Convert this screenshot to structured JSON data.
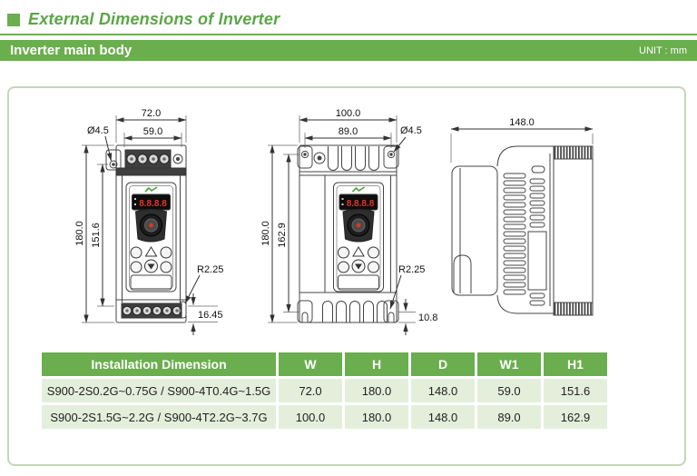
{
  "page": {
    "title": "External Dimensions of Inverter",
    "section_title": "Inverter main body",
    "unit_label": "UNIT : mm"
  },
  "colors": {
    "accent_green": "#6aae4e",
    "pale_row_green": "#e4efdb",
    "drawing_line": "#3f3f3f",
    "display_red": "#e0372b"
  },
  "drawings": {
    "front_small": {
      "overall_width": "72.0",
      "mount_width": "59.0",
      "overall_height": "180.0",
      "mount_height": "151.6",
      "hole_dia": "Ø4.5",
      "corner_radius": "R2.25",
      "bottom_offset": "16.45",
      "display_value": "8.8.8.8"
    },
    "front_large": {
      "overall_width": "100.0",
      "mount_width": "89.0",
      "overall_height": "180.0",
      "mount_height": "162.9",
      "hole_dia": "Ø4.5",
      "corner_radius": "R2.25",
      "bottom_offset": "10.8",
      "display_value": "8.8.8.8"
    },
    "side": {
      "depth": "148.0"
    }
  },
  "table": {
    "headers": [
      "Installation Dimension",
      "W",
      "H",
      "D",
      "W1",
      "H1"
    ],
    "rows": [
      {
        "model": "S900-2S0.2G~0.75G / S900-4T0.4G~1.5G",
        "w": "72.0",
        "h": "180.0",
        "d": "148.0",
        "w1": "59.0",
        "h1": "151.6"
      },
      {
        "model": "S900-2S1.5G~2.2G / S900-4T2.2G~3.7G",
        "w": "100.0",
        "h": "180.0",
        "d": "148.0",
        "w1": "89.0",
        "h1": "162.9"
      }
    ]
  }
}
